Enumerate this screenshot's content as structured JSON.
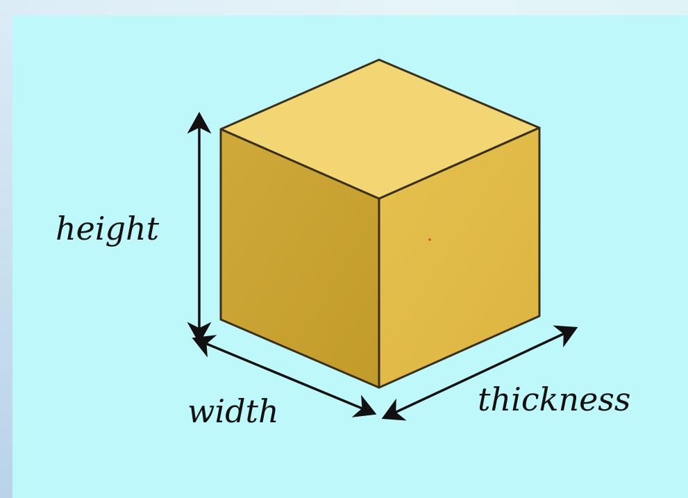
{
  "labels": {
    "height": "height",
    "width": "width",
    "thickness": "thickness"
  },
  "colors": {
    "background": "#bff8fa",
    "cube_top": "#f3d674",
    "cube_left": "#c9a42f",
    "cube_right": "#e3bd48",
    "outline": "#3a2f1a",
    "arrow": "#111111"
  }
}
